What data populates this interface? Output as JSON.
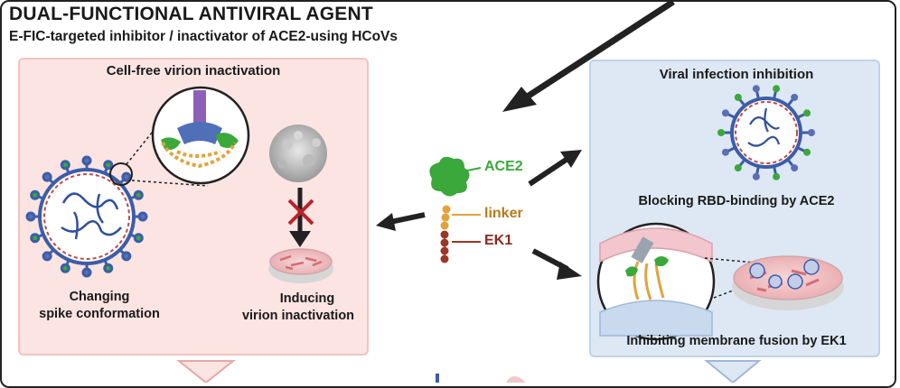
{
  "header": {
    "title": "DUAL-FUNCTIONAL ANTIVIRAL AGENT",
    "subtitle": "E-FIC-targeted inhibitor / inactivator of ACE2-using HCoVs"
  },
  "left_panel": {
    "title": "Cell-free virion inactivation",
    "caption_left_line1": "Changing",
    "caption_left_line2": "spike conformation",
    "caption_right_line1": "Inducing",
    "caption_right_line2": "virion inactivation"
  },
  "center": {
    "labels": [
      {
        "text": "ACE2",
        "color": "#3aa83a"
      },
      {
        "text": "linker",
        "color": "#b87a1a"
      },
      {
        "text": "EK1",
        "color": "#8b2a1e"
      }
    ]
  },
  "right_panel": {
    "title": "Viral infection inhibition",
    "caption_top": "Blocking RBD-binding by ACE2",
    "caption_bottom": "Inhibiting membrane fusion by EK1"
  },
  "colors": {
    "left_panel_bg": "#fbe4e2",
    "right_panel_bg": "#dde8f4",
    "ace2_green": "#3aa83a",
    "linker_orange": "#e3a23b",
    "ek1_red": "#9c3526"
  }
}
